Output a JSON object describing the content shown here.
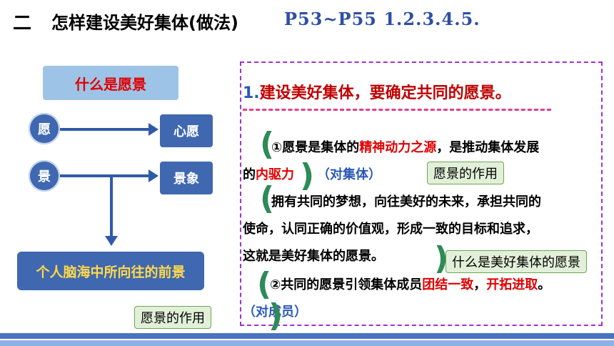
{
  "header": {
    "section_num": "二",
    "title": "怎样建设美好集体(做法)",
    "pages": "P53~P55 1.2.3.4.5."
  },
  "diagram": {
    "top_box": "什么是愿景",
    "circle1": "愿",
    "target1": "心愿",
    "circle2": "景",
    "target2": "景象",
    "bottom_box": "个人脑海中所向往的前景"
  },
  "panel": {
    "heading_num": "1.",
    "heading": "建设美好集体，要确定共同的愿景。",
    "p1_a": "①愿景是集体的",
    "p1_b": "精神动力之源",
    "p1_c": "，是推动集体发展",
    "p2_a": "的",
    "p2_b": "内驱力",
    "p2_c": "（对集体）",
    "tag1": "愿景的作用",
    "p3": "拥有共同的梦想，向往美好的未来，承担共同的",
    "p4": "使命，认同正确的价值观，形成一致的目标和追求，",
    "p5": "这就是美好集体的愿景。",
    "tag2": "什么是美好集体的愿景",
    "p6_a": "②共同的愿景引领集体成员",
    "p6_b": "团结一致",
    "p6_c": "，",
    "p6_d": "开拓进取",
    "p6_e": "。",
    "p7": "（对成员）",
    "tag3": "愿景的作用"
  },
  "colors": {
    "accent_blue": "#3f68b0",
    "highlight_red": "#e00000",
    "panel_border": "#a12fd9",
    "tag_bg": "#e2f0d9"
  }
}
